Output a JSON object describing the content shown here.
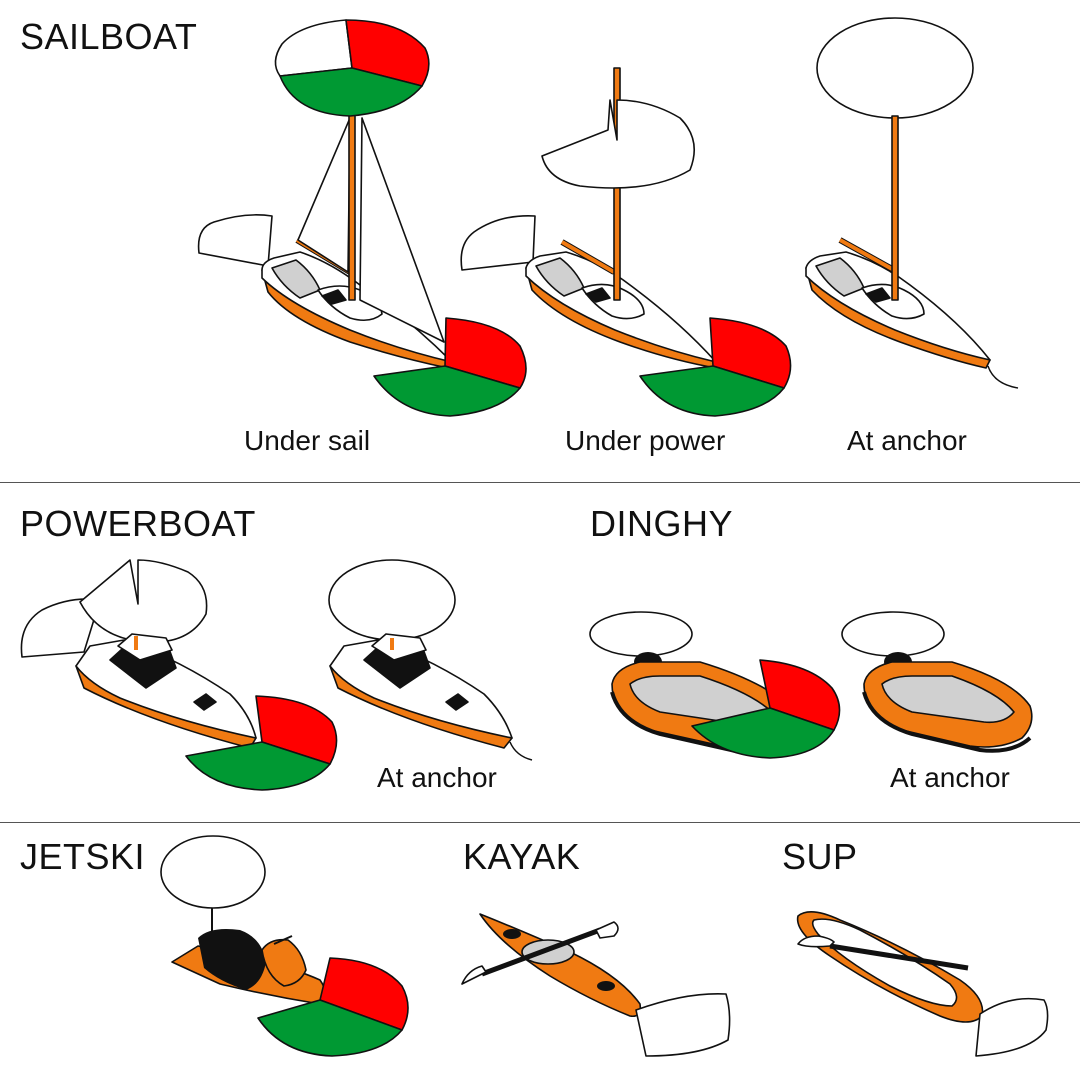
{
  "sections": {
    "sailboat": {
      "title": "SAILBOAT",
      "captions": {
        "under_sail": "Under sail",
        "under_power": "Under power",
        "at_anchor": "At anchor"
      }
    },
    "powerboat": {
      "title": "POWERBOAT",
      "caption": "At anchor"
    },
    "dinghy": {
      "title": "DINGHY",
      "caption": "At anchor"
    },
    "jetski": {
      "title": "JETSKI"
    },
    "kayak": {
      "title": "KAYAK"
    },
    "sup": {
      "title": "SUP"
    }
  },
  "colors": {
    "hull": "#f07a12",
    "port_light": "#ff0000",
    "starboard_light": "#009933",
    "all_round_white": "#ffffff",
    "outline": "#111111",
    "deck_grey": "#d0d0d0"
  }
}
